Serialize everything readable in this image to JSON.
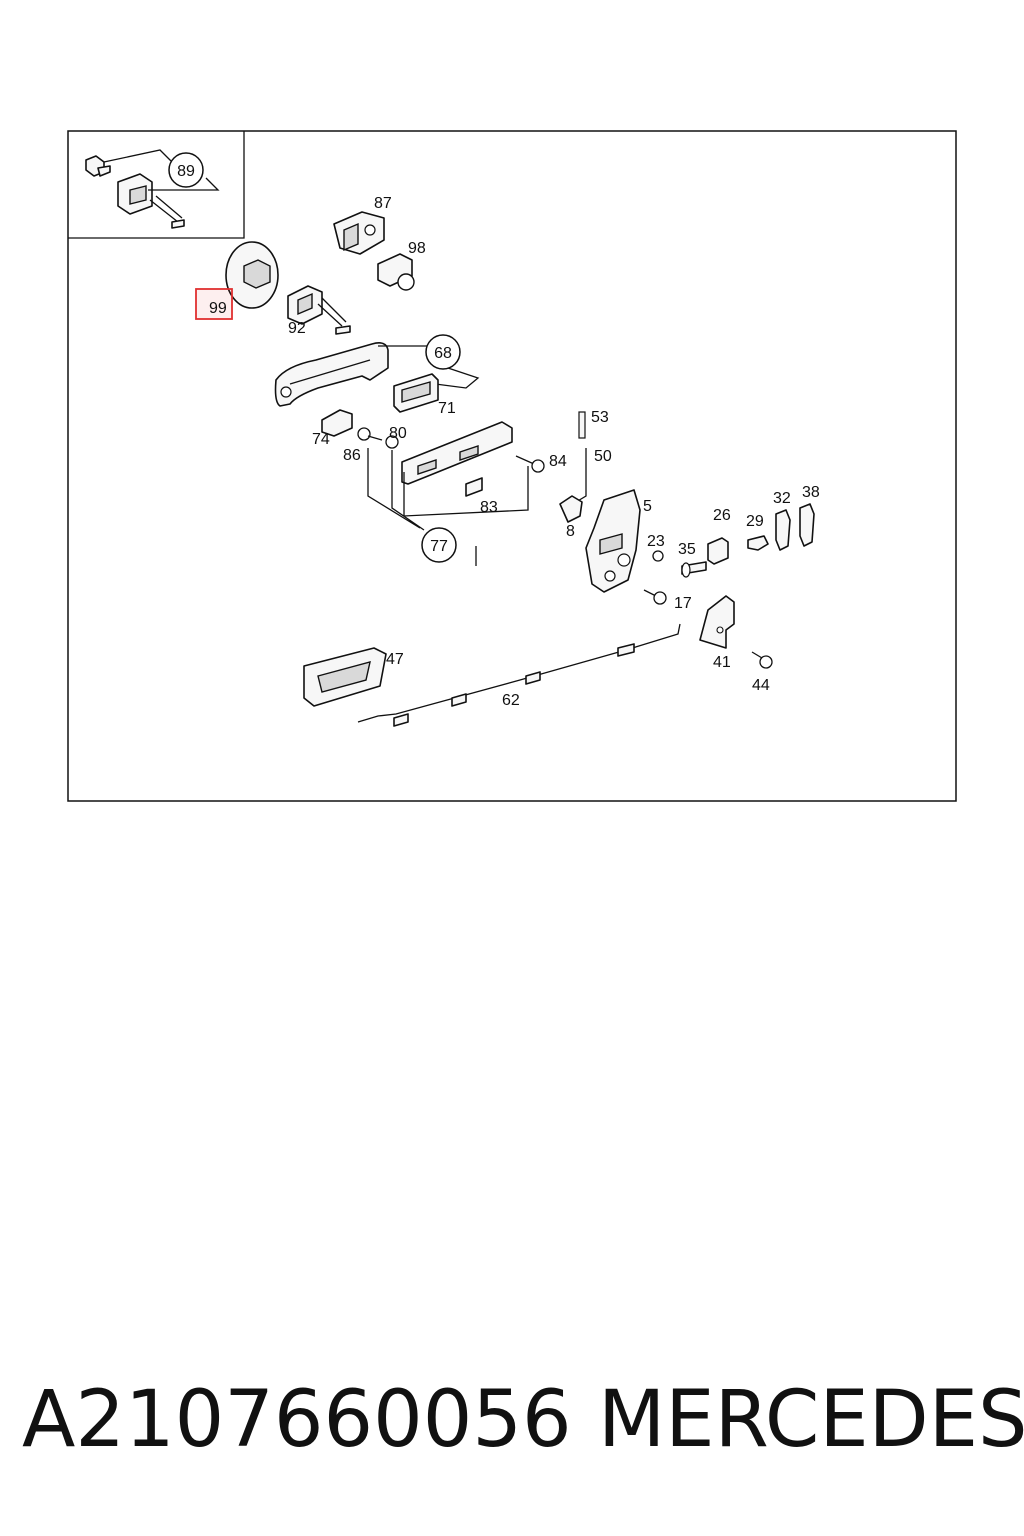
{
  "diagram": {
    "labels": {
      "l89": "89",
      "l87": "87",
      "l98": "98",
      "l99": "99",
      "l92": "92",
      "l68": "68",
      "l71": "71",
      "l74": "74",
      "l86": "86",
      "l80": "80",
      "l84": "84",
      "l83": "83",
      "l77": "77",
      "l53": "53",
      "l50": "50",
      "l5": "5",
      "l8": "8",
      "l23": "23",
      "l35": "35",
      "l26": "26",
      "l29": "29",
      "l32": "32",
      "l38": "38",
      "l17": "17",
      "l41": "41",
      "l44": "44",
      "l47": "47",
      "l62": "62"
    },
    "highlighted_label": "99",
    "highlight_color": "#e03030"
  },
  "footer": {
    "part_number": "A2107660056",
    "brand": "MERCEDES"
  }
}
